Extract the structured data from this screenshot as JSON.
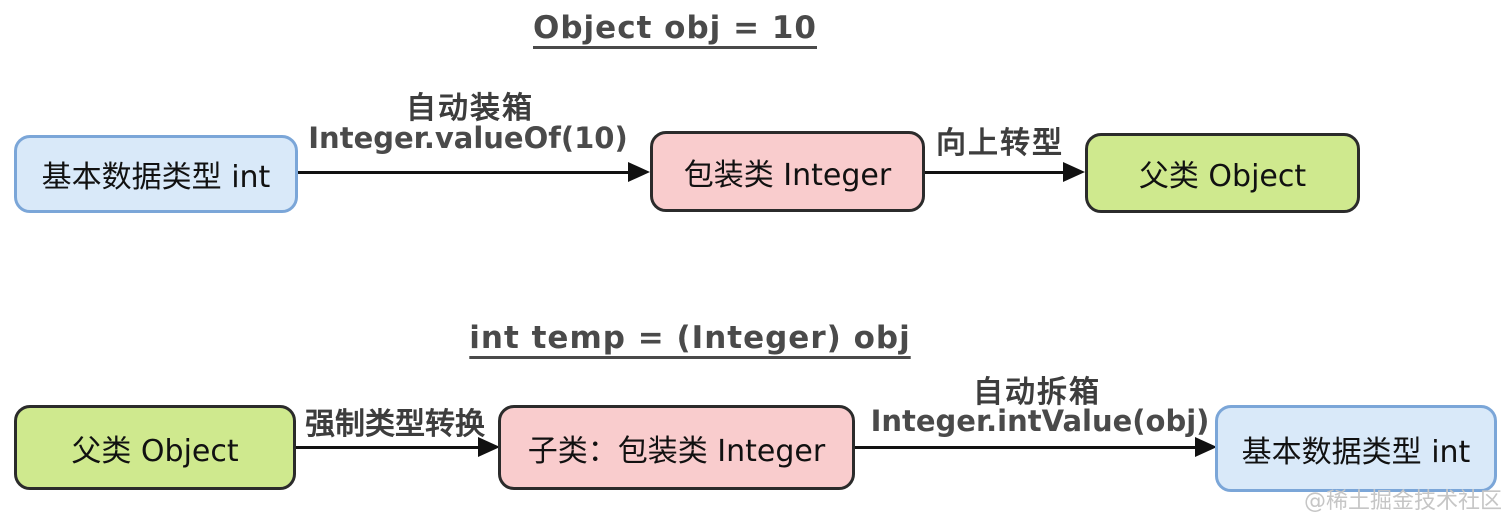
{
  "colors": {
    "blue_fill": "#d9e9f9",
    "blue_border": "#7ba6d8",
    "pink_fill": "#f9cccd",
    "green_fill": "#cfe98e",
    "dark_border": "#2b2b2b",
    "arrow": "#111111",
    "title_text": "#4a4a4a",
    "label_text": "#3d3d3d",
    "node_text": "#111111",
    "watermark_text": "#c6c6c6"
  },
  "titles": {
    "top": "Object obj = 10",
    "bottom": "int temp = (Integer) obj"
  },
  "flow_boxing": {
    "node_int": "基本数据类型 int",
    "step1_label": "自动装箱",
    "step1_code": "Integer.valueOf(10)",
    "node_wrapper": "包装类 Integer",
    "step2_label": "向上转型",
    "node_object": "父类 Object"
  },
  "flow_unboxing": {
    "node_object": "父类 Object",
    "step1_label": "强制类型转换",
    "node_wrapper": "子类：包装类 Integer",
    "step2_label": "自动拆箱",
    "step2_code": "Integer.intValue(obj)",
    "node_int": "基本数据类型 int"
  },
  "watermark": "@稀土掘金技术社区"
}
